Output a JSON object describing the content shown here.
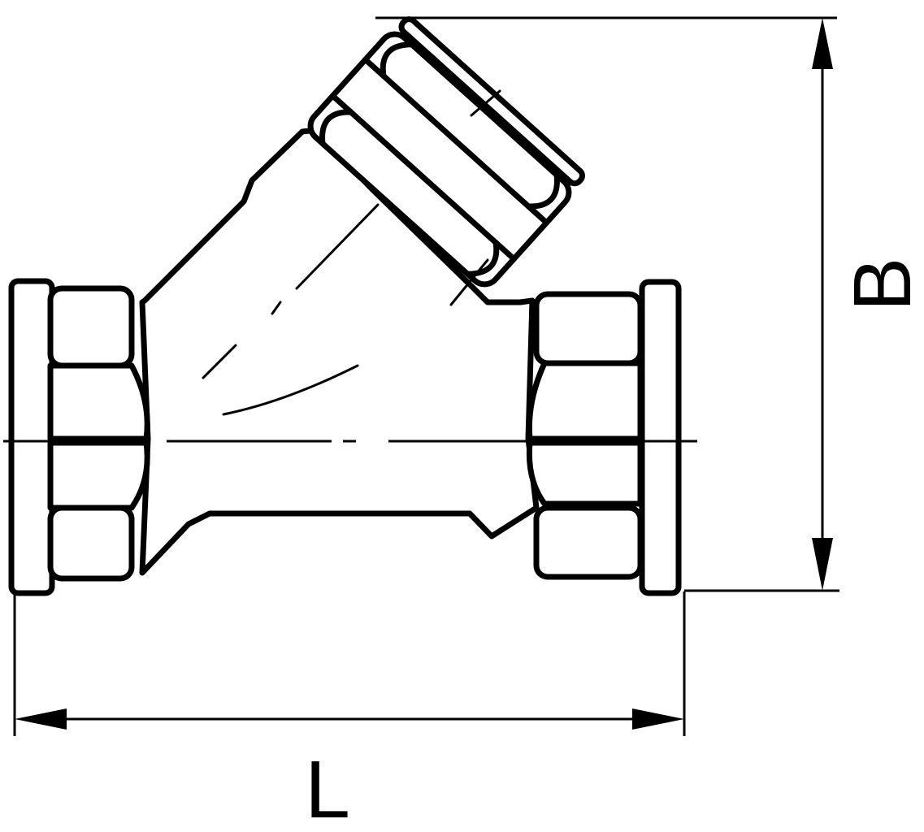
{
  "drawing": {
    "subject": "Y-strainer with threaded ends (side view)",
    "line_color": "#000000",
    "background": "#ffffff"
  },
  "dimensions": {
    "length": {
      "label": "L",
      "orientation": "horizontal"
    },
    "height": {
      "label": "B",
      "orientation": "vertical"
    }
  }
}
